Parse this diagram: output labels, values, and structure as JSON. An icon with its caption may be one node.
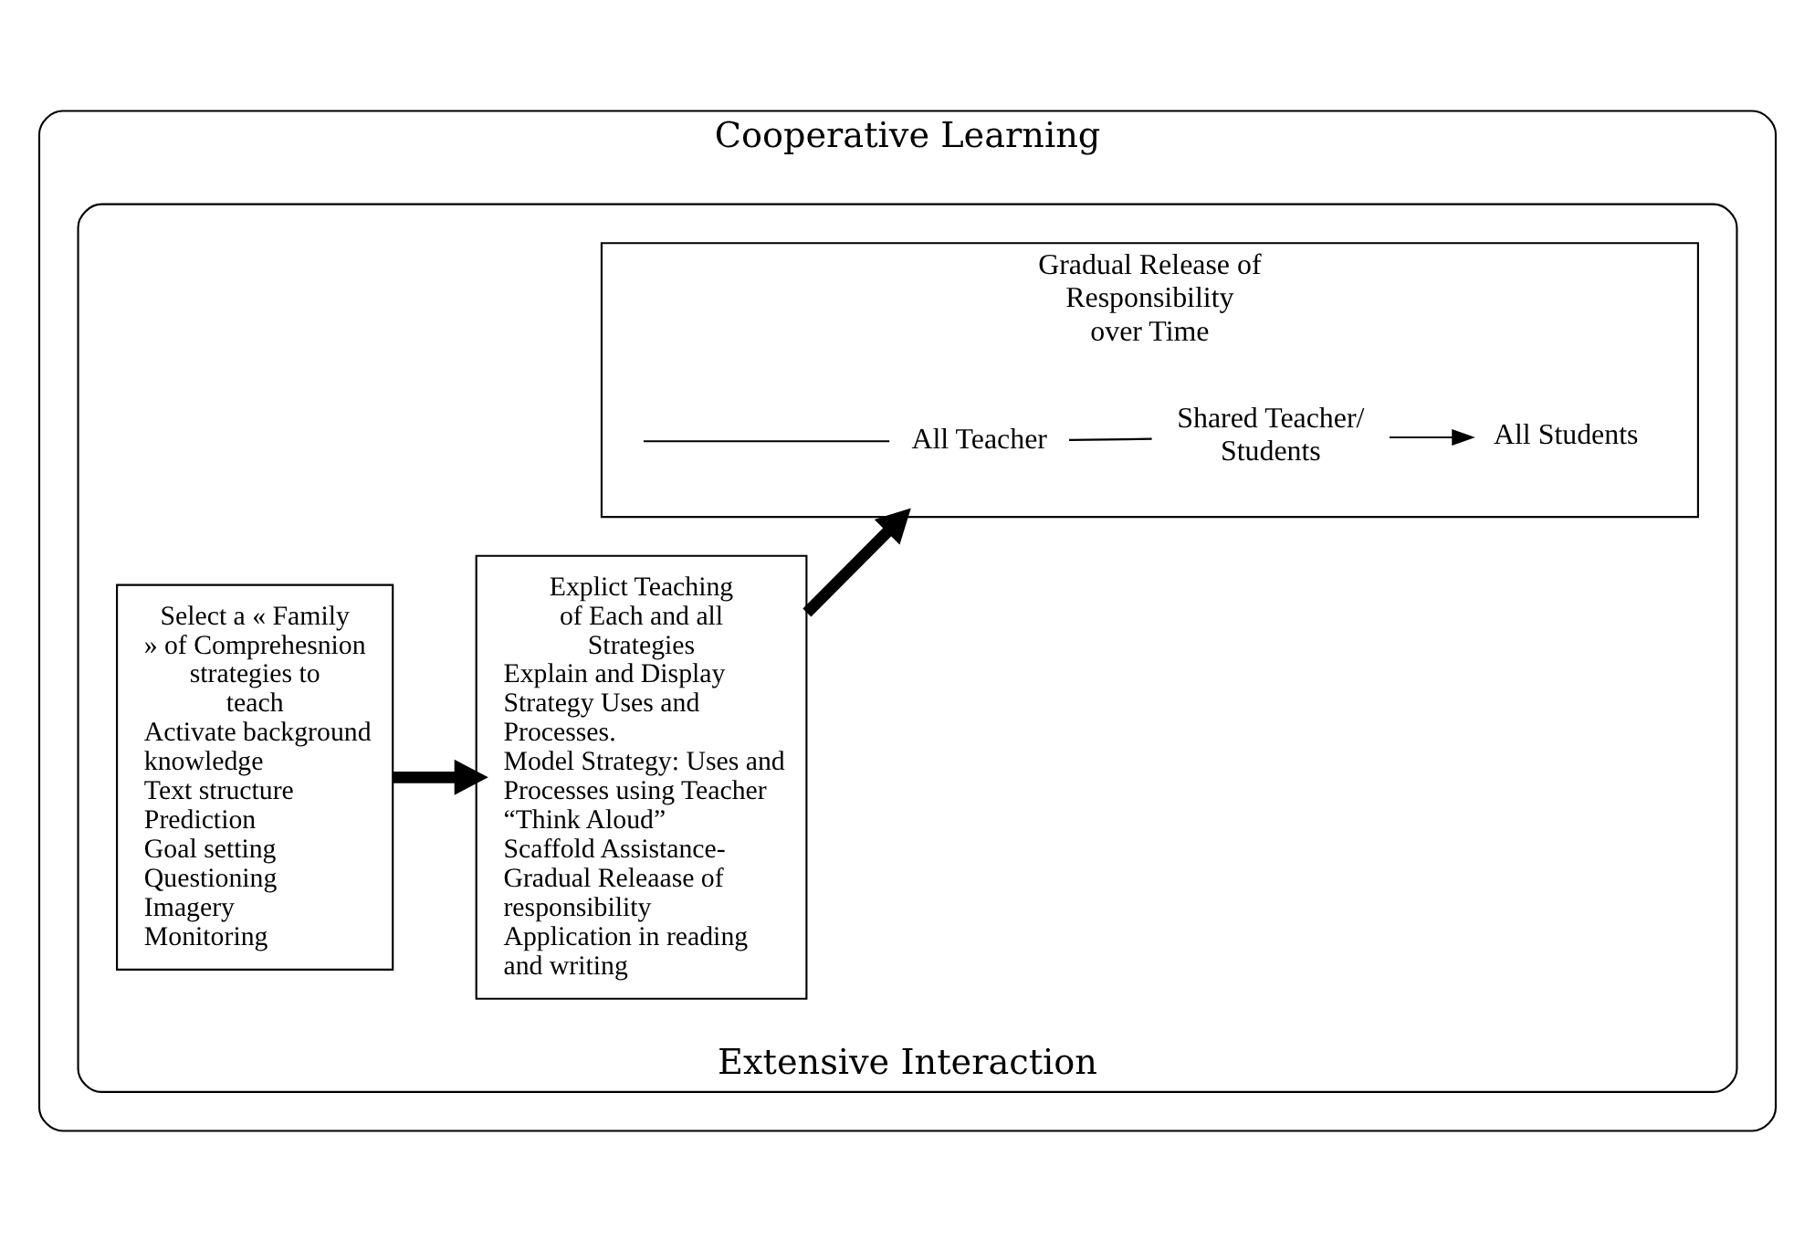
{
  "diagram": {
    "nodes": [
      {
        "text": [
          "Cooperative Learning"
        ]
      },
      {
        "text": [
          "Extensive Interaction"
        ],
        "in": 0
      },
      {
        "text": [
          "Select a « Family » of Comprehesnion strategies to teach",
          "Activate background knowledge",
          "Text structure",
          "Prediction",
          "Goal setting",
          "Questioning",
          "Imagery",
          "Monitoring"
        ],
        "in": 1
      },
      {
        "text": [
          "Explict Teaching of Each and all Strategies",
          "Explain and Display Strategy Uses and Processes.",
          "Model Strategy: Uses and Processes using Teacher “Think Aloud”",
          "Scaffold Assistance-Gradual Releaase of responsibility",
          "Application in reading and writing"
        ],
        "in": 1
      },
      {
        "text": [
          "Gradual Release of Responsibility over Time"
        ],
        "in": 1
      },
      {
        "text": [
          "All Teacher"
        ],
        "in": 4
      },
      {
        "text": [
          "Shared Teacher/ Students"
        ],
        "in": 4
      },
      {
        "text": [
          "All Students"
        ],
        "in": 4
      }
    ],
    "edges": [
      {
        "from": 2,
        "to": 3,
        "arrow": "to",
        "style": "thick"
      },
      {
        "from": 3,
        "to": 4,
        "arrow": "to",
        "style": "thick"
      },
      {
        "from": null,
        "to": 5,
        "arrow": "none"
      },
      {
        "from": 5,
        "to": 6,
        "arrow": "none"
      },
      {
        "from": 6,
        "to": 7,
        "arrow": "to"
      }
    ]
  }
}
